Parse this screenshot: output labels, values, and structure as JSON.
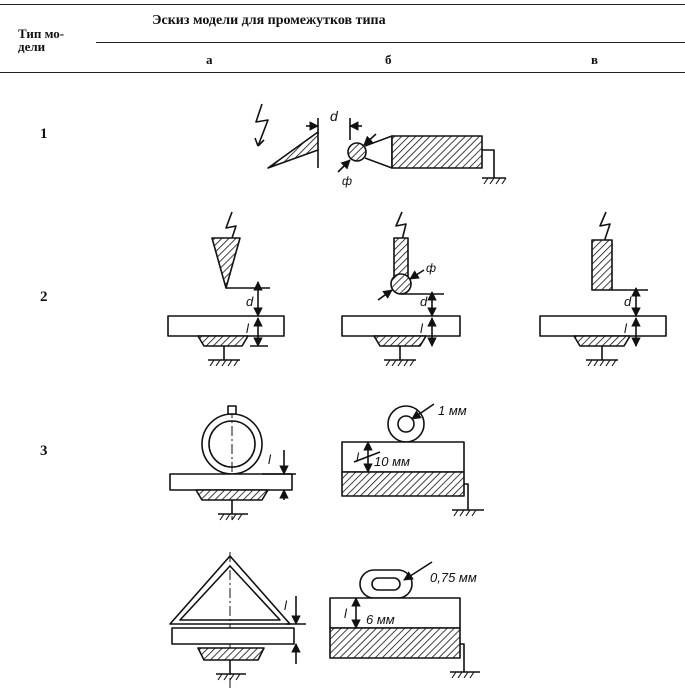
{
  "table": {
    "col_type_header": "Тип мо-\nдели",
    "sketch_header": "Эскиз модели для промежутков типа",
    "subcols": [
      "а",
      "б",
      "в"
    ]
  },
  "rows": [
    {
      "num": "1"
    },
    {
      "num": "2"
    },
    {
      "num": "3"
    }
  ],
  "labels": {
    "d": "d",
    "phi": "ф",
    "l": "l",
    "mm1": "1 мм",
    "mm10": "10 мм",
    "mm075": "0,75 мм",
    "mm6": "6 мм"
  }
}
